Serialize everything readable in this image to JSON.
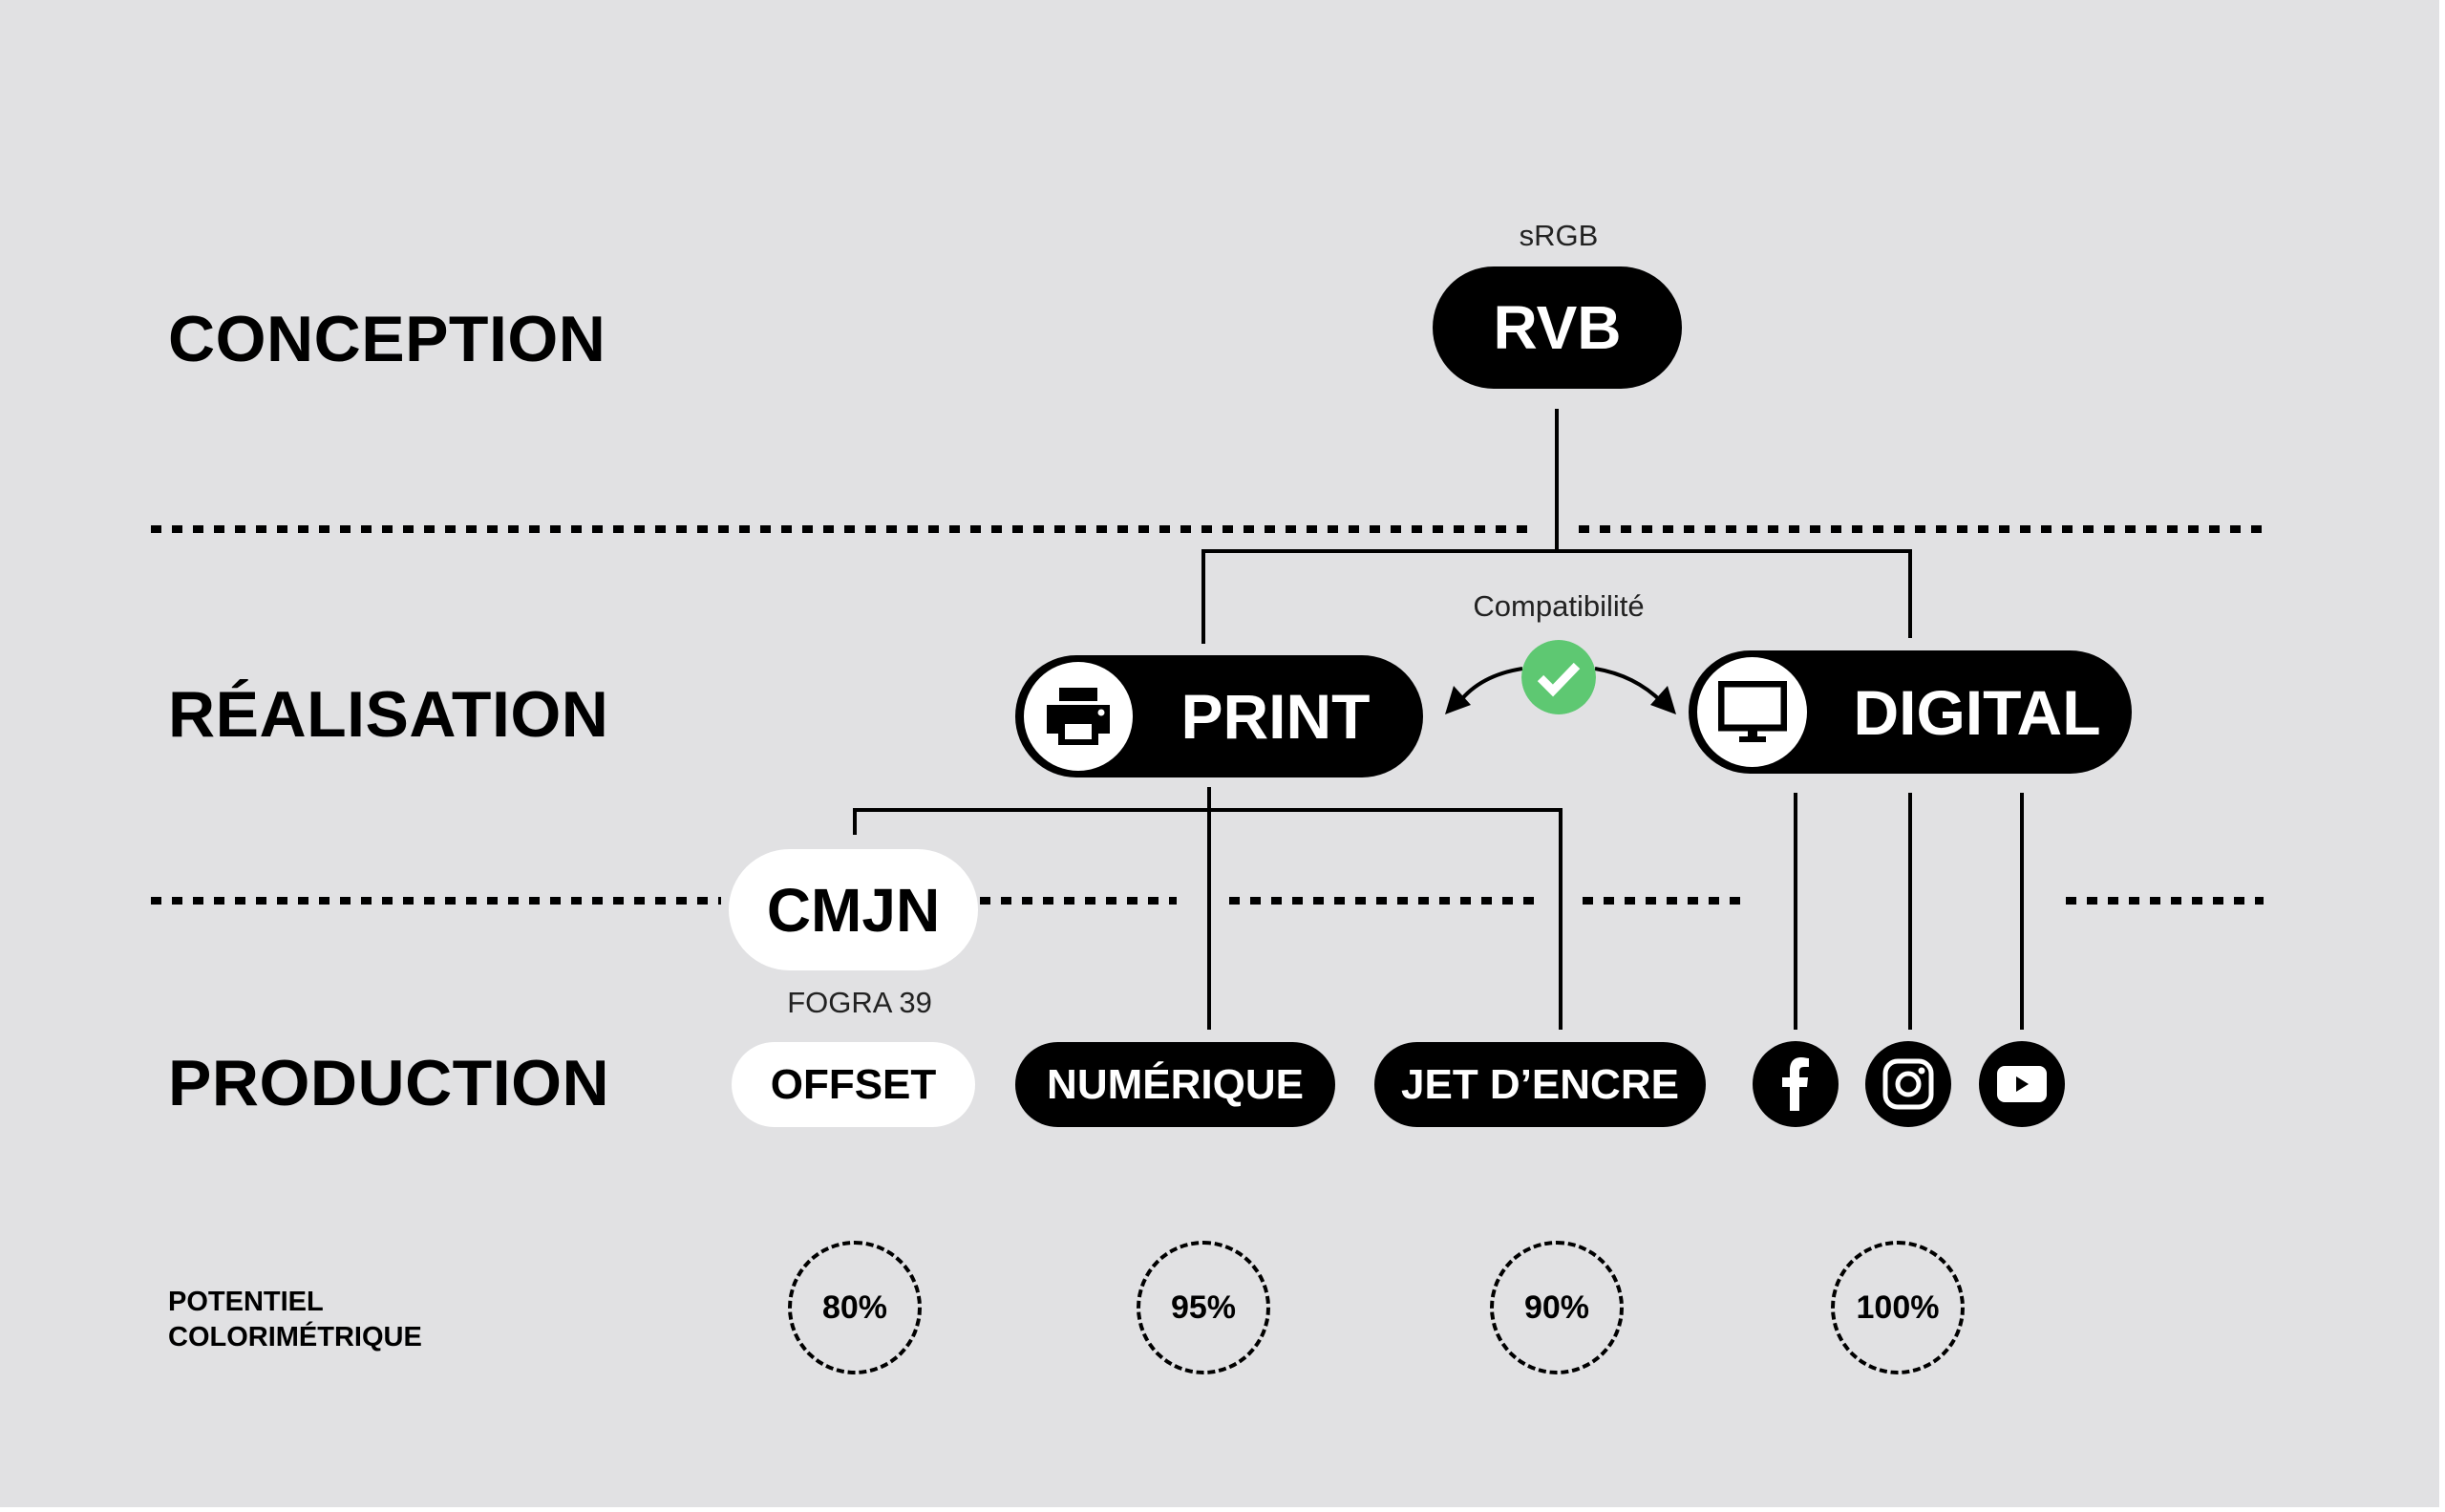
{
  "rows": {
    "conception": "CONCEPTION",
    "realisation": "RÉALISATION",
    "production": "PRODUCTION",
    "potentiel": [
      "POTENTIEL",
      "COLORIMÉTRIQUE"
    ]
  },
  "conception": {
    "profile_caption": "sRGB",
    "node_label": "RVB"
  },
  "realisation": {
    "compatibility_caption": "Compatibilité",
    "compatibility_icon": "check-circle-icon",
    "print": {
      "label": "PRINT",
      "icon": "printer-icon"
    },
    "digital": {
      "label": "DIGITAL",
      "icon": "monitor-icon"
    },
    "cmjn": {
      "label": "CMJN",
      "profile_caption": "FOGRA 39"
    }
  },
  "production": {
    "items": [
      {
        "label": "OFFSET",
        "style": "white"
      },
      {
        "label": "NUMÉRIQUE",
        "style": "black"
      },
      {
        "label": "JET D’ENCRE",
        "style": "black"
      }
    ],
    "social": [
      {
        "icon": "facebook-icon"
      },
      {
        "icon": "instagram-icon"
      },
      {
        "icon": "youtube-icon"
      }
    ]
  },
  "potentiel": {
    "values": [
      "80%",
      "95%",
      "90%",
      "100%"
    ]
  },
  "colors": {
    "background": "#e1e1e3",
    "ink": "#000000",
    "check_green": "#5ec872"
  }
}
